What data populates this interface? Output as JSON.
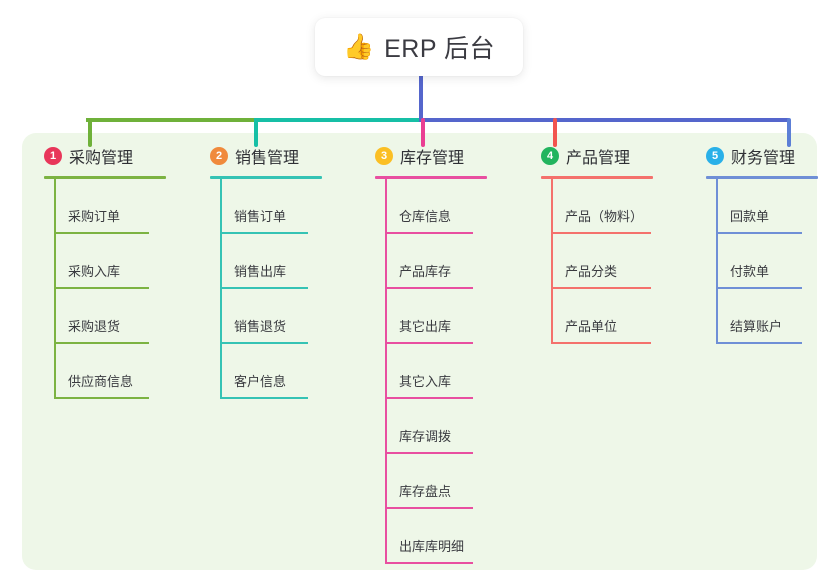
{
  "root": {
    "icon": "thumbs-up-emoji",
    "emoji": "👍",
    "title": "ERP 后台"
  },
  "theme": {
    "panel_background": "#eef7e8",
    "page_background": "#ffffff",
    "title_text_color": "#3b3b42",
    "item_text_color": "#3a3b40"
  },
  "connectors": {
    "root_stem_color": "#5566cc",
    "bus_segments": [
      {
        "name": "bus-green",
        "color": "#6fb13a"
      },
      {
        "name": "bus-teal",
        "color": "#17bfa6"
      },
      {
        "name": "bus-blue",
        "color": "#5566cc"
      }
    ],
    "drops": [
      {
        "name": "drop-purchase",
        "color": "#6fb13a"
      },
      {
        "name": "drop-sales",
        "color": "#17bfa6"
      },
      {
        "name": "drop-inventory",
        "color": "#ea3f93"
      },
      {
        "name": "drop-product",
        "color": "#f2544f"
      },
      {
        "name": "drop-finance",
        "color": "#5c7fd6"
      }
    ]
  },
  "columns": [
    {
      "index": "1",
      "title": "采购管理",
      "badge_color": "#e8365a",
      "line_color": "#7cb342",
      "items": [
        "采购订单",
        "采购入库",
        "采购退货",
        "供应商信息"
      ]
    },
    {
      "index": "2",
      "title": "销售管理",
      "badge_color": "#f08a3c",
      "line_color": "#35c3b4",
      "items": [
        "销售订单",
        "销售出库",
        "销售退货",
        "客户信息"
      ]
    },
    {
      "index": "3",
      "title": "库存管理",
      "badge_color": "#fbbf24",
      "line_color": "#e84fa0",
      "items": [
        "仓库信息",
        "产品库存",
        "其它出库",
        "其它入库",
        "库存调拨",
        "库存盘点",
        "出库库明细"
      ]
    },
    {
      "index": "4",
      "title": "产品管理",
      "badge_color": "#22b45e",
      "line_color": "#f4716c",
      "items": [
        "产品（物料）",
        "产品分类",
        "产品单位"
      ]
    },
    {
      "index": "5",
      "title": "财务管理",
      "badge_color": "#29b0e8",
      "line_color": "#6f8fd6",
      "items": [
        "回款单",
        "付款单",
        "结算账户"
      ]
    }
  ]
}
